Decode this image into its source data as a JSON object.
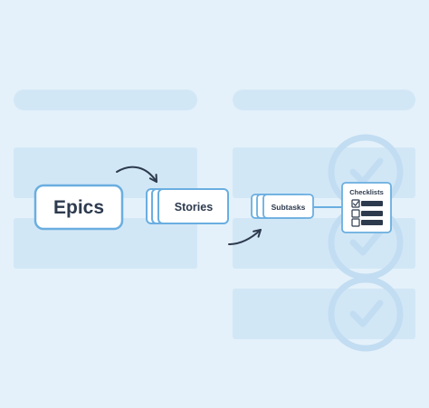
{
  "nodes": {
    "epics": {
      "label": "Epics"
    },
    "stories": {
      "label": "Stories"
    },
    "subtasks": {
      "label": "Subtasks"
    },
    "checklists": {
      "label": "Checklists",
      "items": [
        {
          "checked": true
        },
        {
          "checked": false
        },
        {
          "checked": false
        }
      ]
    }
  },
  "edges": [
    {
      "from": "epics",
      "to": "stories",
      "style": "curved-arrow"
    },
    {
      "from": "stories",
      "to": "subtasks",
      "style": "curved-arrow"
    },
    {
      "from": "subtasks",
      "to": "checklists",
      "style": "line"
    }
  ],
  "colors": {
    "background": "#e4f1fa",
    "placeholder": "#d2e7f6",
    "box_fill": "#ffffff",
    "box_border": "#6aaee0",
    "text": "#2d3a4e",
    "check_circle": "#c2ddf2"
  }
}
